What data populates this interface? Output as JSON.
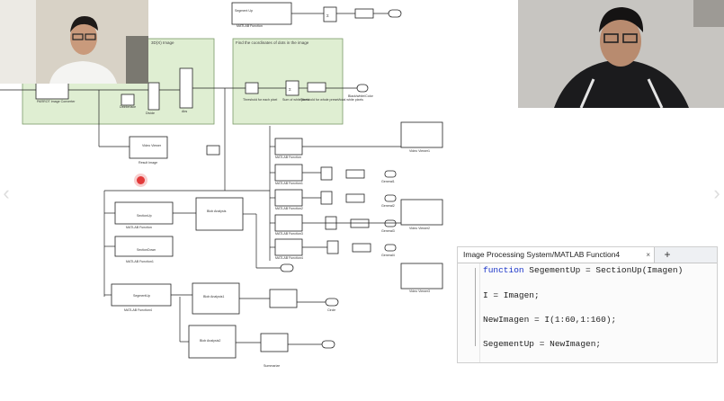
{
  "window": {
    "title": "Image Processing System/MATLAB Function4"
  },
  "diagram": {
    "area_left_title": "3D(X) Image",
    "area_right_title": "Find the coordinates of dots in the image",
    "blocks": {
      "image_source": "PARROT Image Converter",
      "deinterlace": "Deinterlace",
      "divide": "Divide",
      "abs": "Abs",
      "video_viewer_main": "Video Viewer",
      "result_image": "Result Image",
      "threshold_main": "Threshold for each pixel",
      "sum_main": "Sum of whitepixels",
      "threshold_sum": "Threshold for whole preset/total white pixels",
      "outport_main": "Black/white/Color",
      "segment_up_top": "Segment Up",
      "matlab_fn_top": "MATLAB Function",
      "fn_list": [
        "MATLAB Function",
        "MATLAB Function1",
        "MATLAB Function2",
        "MATLAB Function3",
        "MATLAB Function4"
      ],
      "video_viewers": [
        "Video Viewer1",
        "Video Viewer2",
        "Video Viewer3"
      ],
      "blob": [
        "Blob Analysis",
        "Blob Analysis1",
        "Blob Analysis2"
      ],
      "section_up": "SectionUp",
      "section_down": "SectionDown",
      "segment_out": "SegmentUp",
      "outports": [
        "General1",
        "General2",
        "General3",
        "General4",
        "Circle",
        "Summarize"
      ]
    }
  },
  "editor": {
    "tab_label": "Image Processing System/MATLAB Function4",
    "tab_close": "×",
    "add_tab": "+",
    "lines": [
      {
        "kw": "function",
        "rest": " SegementUp = SectionUp(Imagen)"
      },
      {
        "kw": "",
        "rest": "I = Imagen;"
      },
      {
        "kw": "",
        "rest": "NewImagen = I(1:60,1:160);"
      },
      {
        "kw": "",
        "rest": "SegementUp = NewImagen;"
      }
    ]
  },
  "colors": {
    "accent_keyword": "#1a34c9",
    "area_fill": "#dfeed2",
    "record": "#e23a3a"
  }
}
